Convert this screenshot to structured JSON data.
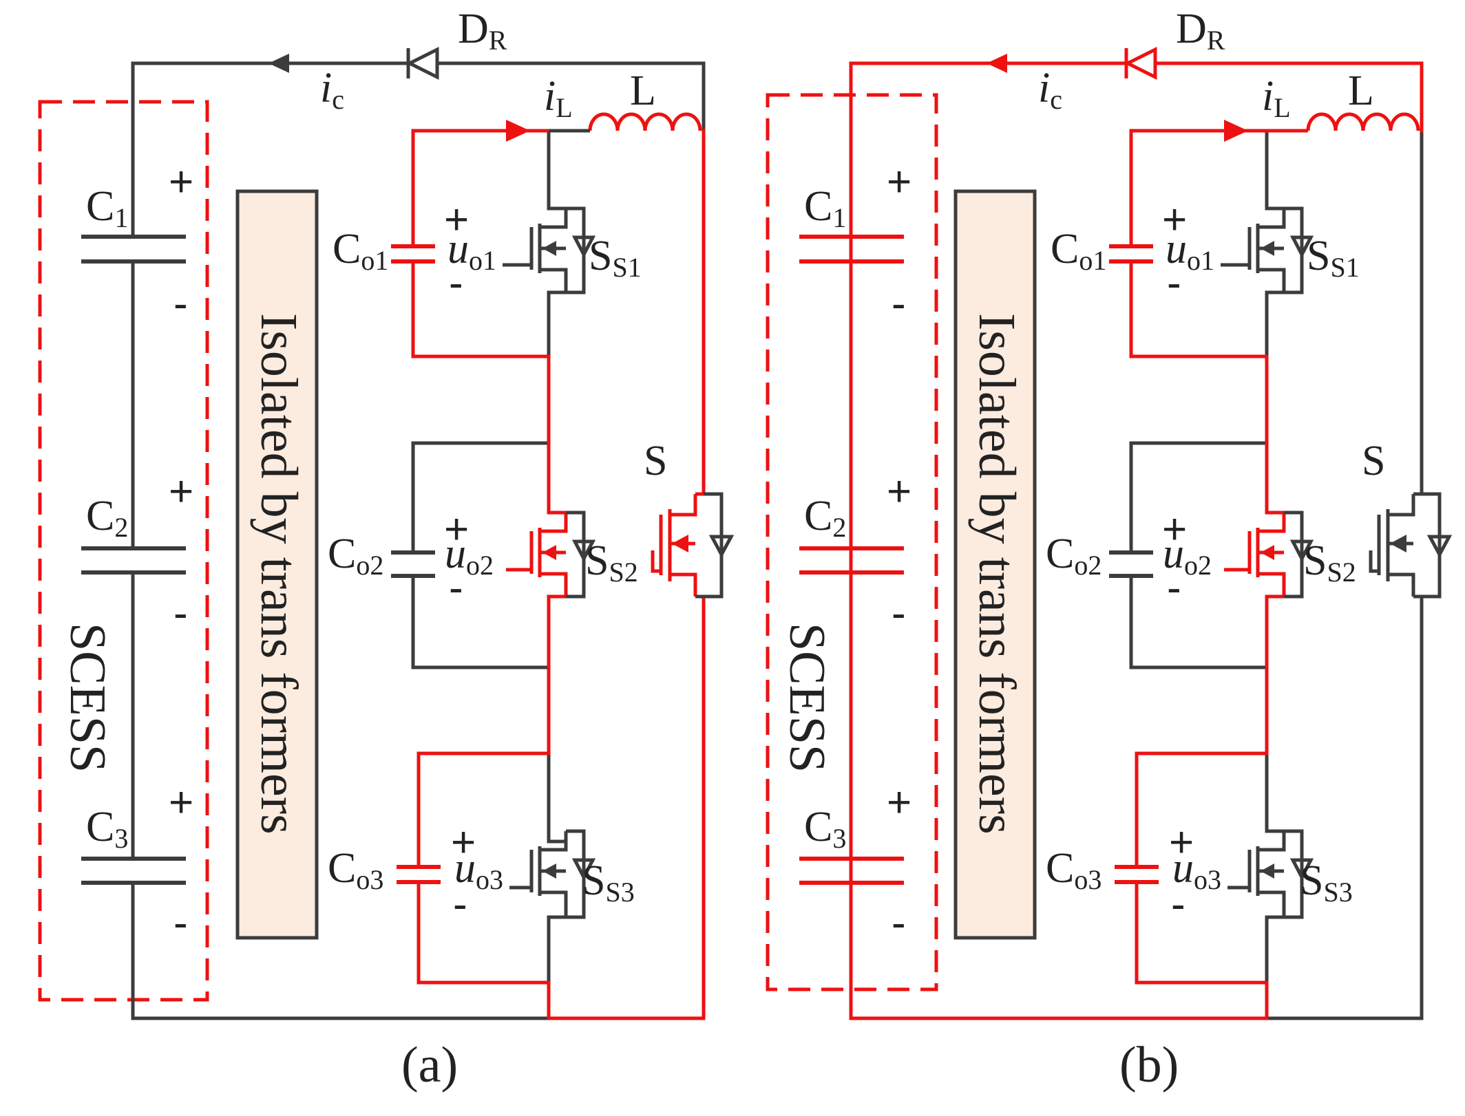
{
  "colors": {
    "active": "#ee1111",
    "inactive": "#3c3c3c",
    "transformer_fill": "#fcebdf"
  },
  "panels": [
    {
      "caption": "(a)",
      "transformer_label": "Isolated by trans formers",
      "storage_label": "SCESS",
      "diode": {
        "main": "D",
        "sub": "R"
      },
      "inductor": {
        "main": "L"
      },
      "current_c": {
        "main": "i",
        "sub": "c"
      },
      "current_L": {
        "main": "i",
        "sub": "L"
      },
      "main_switch": {
        "main": "S"
      },
      "capacitors": [
        {
          "main": "C",
          "sub": "1",
          "plus": "+",
          "minus": "-"
        },
        {
          "main": "C",
          "sub": "2",
          "plus": "+",
          "minus": "-"
        },
        {
          "main": "C",
          "sub": "3",
          "plus": "+",
          "minus": "-"
        }
      ],
      "cells": [
        {
          "cap_main": "C",
          "cap_sub": "o1",
          "u_main": "u",
          "u_sub": "o1",
          "sw_main": "S",
          "sw_sub": "S1",
          "plus": "+",
          "minus": "-"
        },
        {
          "cap_main": "C",
          "cap_sub": "o2",
          "u_main": "u",
          "u_sub": "o2",
          "sw_main": "S",
          "sw_sub": "S2",
          "plus": "+",
          "minus": "-"
        },
        {
          "cap_main": "C",
          "cap_sub": "o3",
          "u_main": "u",
          "u_sub": "o3",
          "sw_main": "S",
          "sw_sub": "S3",
          "plus": "+",
          "minus": "-"
        }
      ]
    },
    {
      "caption": "(b)",
      "transformer_label": "Isolated by trans formers",
      "storage_label": "SCESS",
      "diode": {
        "main": "D",
        "sub": "R"
      },
      "inductor": {
        "main": "L"
      },
      "current_c": {
        "main": "i",
        "sub": "c"
      },
      "current_L": {
        "main": "i",
        "sub": "L"
      },
      "main_switch": {
        "main": "S"
      },
      "capacitors": [
        {
          "main": "C",
          "sub": "1",
          "plus": "+",
          "minus": "-"
        },
        {
          "main": "C",
          "sub": "2",
          "plus": "+",
          "minus": "-"
        },
        {
          "main": "C",
          "sub": "3",
          "plus": "+",
          "minus": "-"
        }
      ],
      "cells": [
        {
          "cap_main": "C",
          "cap_sub": "o1",
          "u_main": "u",
          "u_sub": "o1",
          "sw_main": "S",
          "sw_sub": "S1",
          "plus": "+",
          "minus": "-"
        },
        {
          "cap_main": "C",
          "cap_sub": "o2",
          "u_main": "u",
          "u_sub": "o2",
          "sw_main": "S",
          "sw_sub": "S2",
          "plus": "+",
          "minus": "-"
        },
        {
          "cap_main": "C",
          "cap_sub": "o3",
          "u_main": "u",
          "u_sub": "o3",
          "sw_main": "S",
          "sw_sub": "S3",
          "plus": "+",
          "minus": "-"
        }
      ]
    }
  ]
}
